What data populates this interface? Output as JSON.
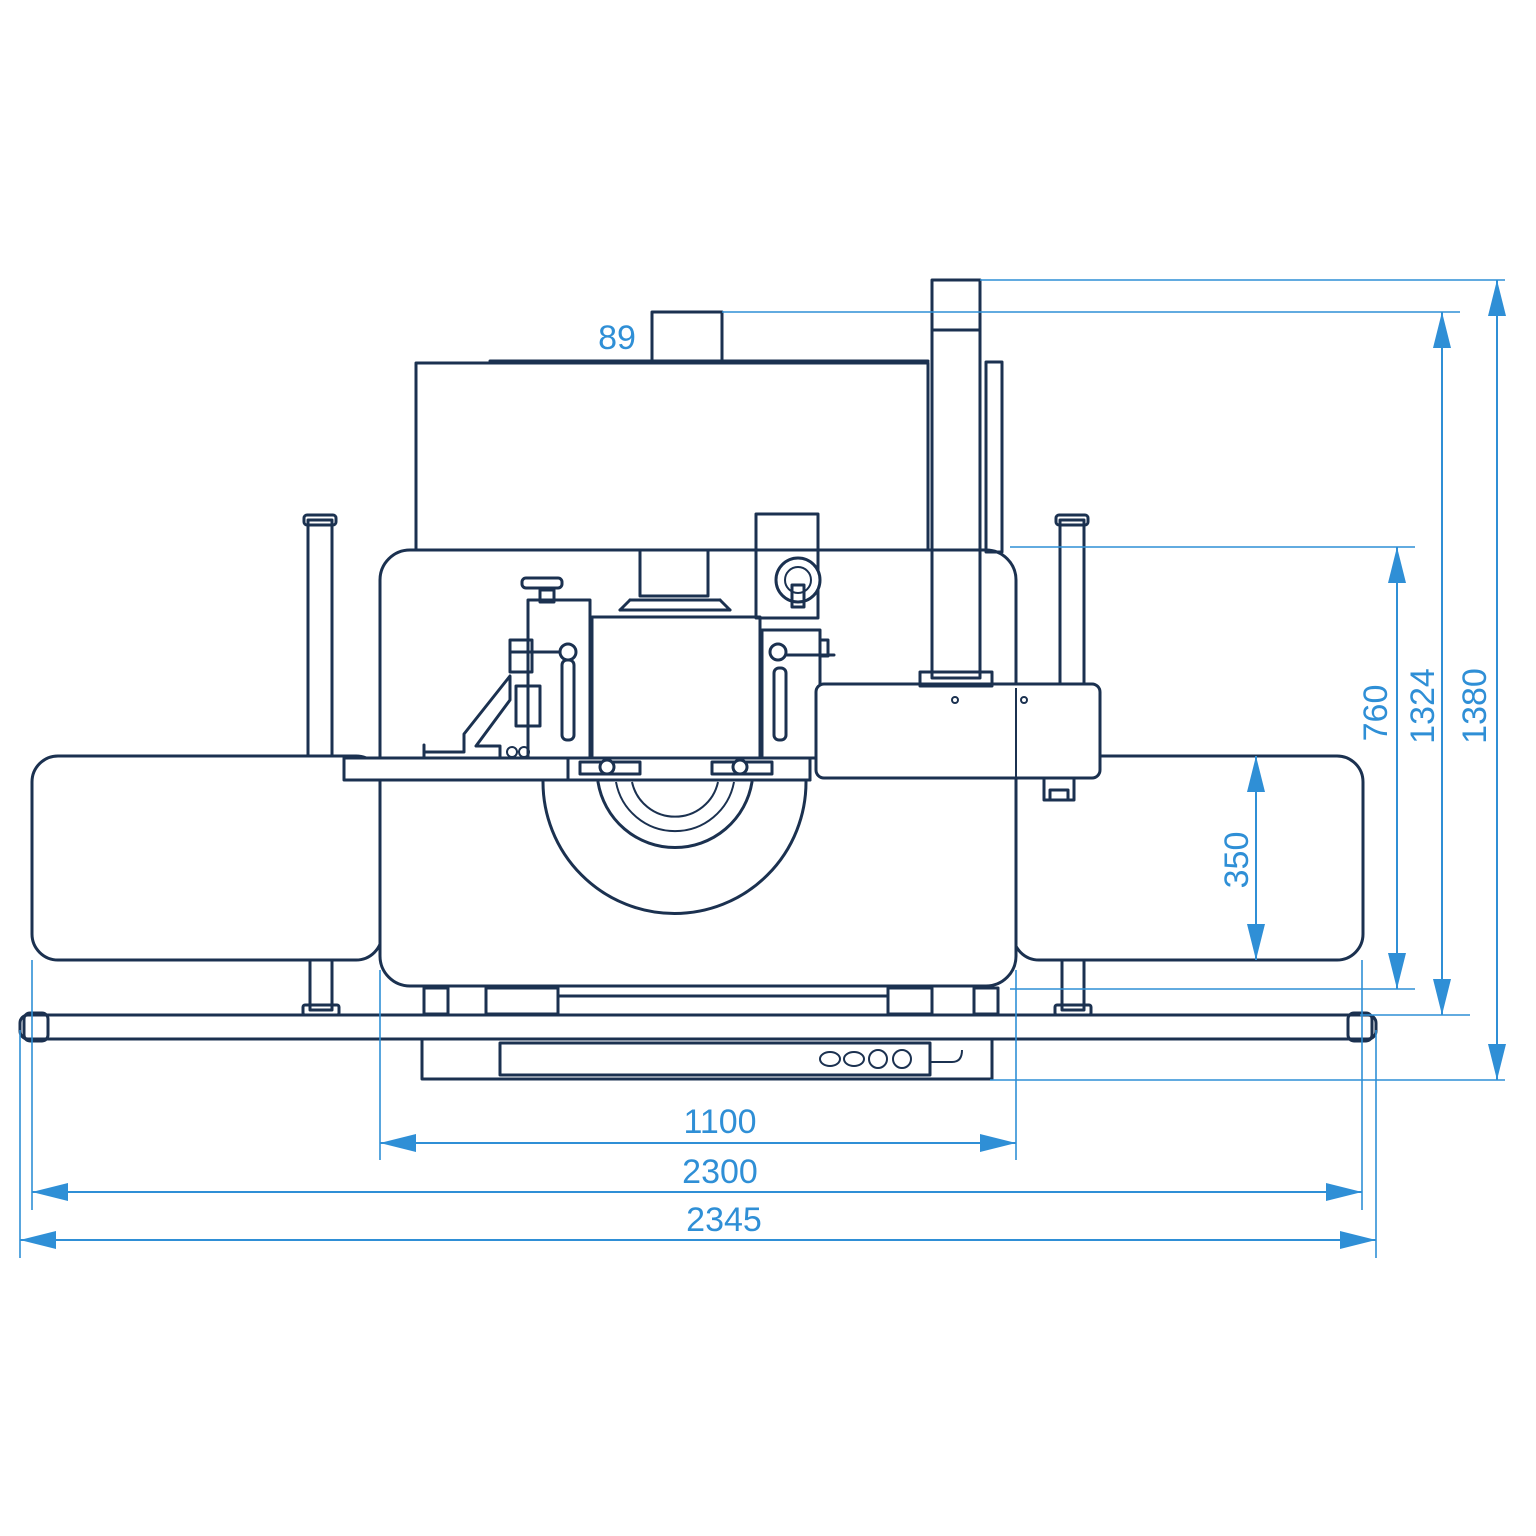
{
  "colors": {
    "machine_stroke": "#1b3150",
    "dimension": "#2f8fd6",
    "background": "#ffffff"
  },
  "dimensions": {
    "width_body": "1100",
    "width_table": "2300",
    "width_overall": "2345",
    "height_overall": "1380",
    "height_1324": "1324",
    "height_760": "760",
    "height_350": "350",
    "outlet_89": "89"
  }
}
